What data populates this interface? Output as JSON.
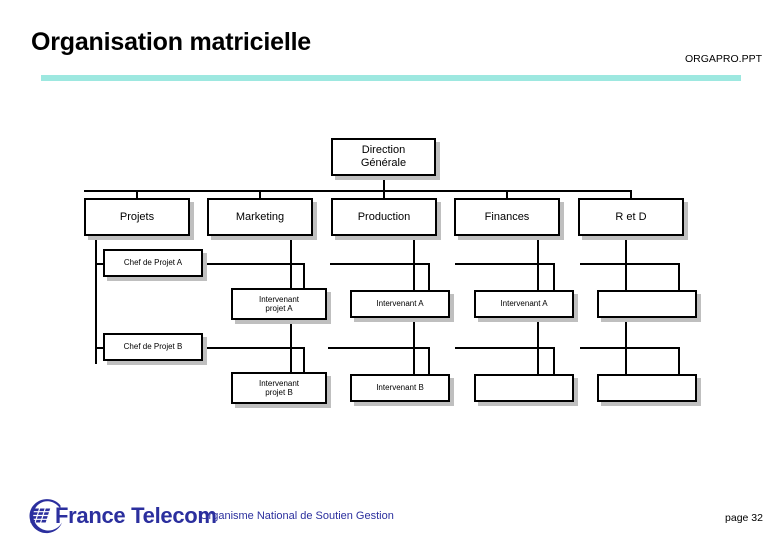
{
  "header": {
    "title": "Organisation matricielle",
    "file_tag": "ORGAPRO.PPT",
    "rule_color": "#9de8e0"
  },
  "chart_data": {
    "type": "diagram",
    "title": "Organisation matricielle",
    "description": "Matrix organisation chart: vertical functional departments crossed with horizontal project lines",
    "levels": [
      {
        "name": "direction",
        "nodes": [
          {
            "id": "dg",
            "label": "Direction\nGénérale",
            "line1": "Direction",
            "line2": "Générale"
          }
        ]
      },
      {
        "name": "departments",
        "nodes": [
          {
            "id": "projets",
            "label": "Projets"
          },
          {
            "id": "marketing",
            "label": "Marketing"
          },
          {
            "id": "production",
            "label": "Production"
          },
          {
            "id": "finances",
            "label": "Finances"
          },
          {
            "id": "retd",
            "label": "R et D"
          }
        ]
      },
      {
        "name": "project-a",
        "nodes": [
          {
            "id": "cdp-a",
            "label": "Chef de Projet A"
          },
          {
            "id": "int-proj-a",
            "line1": "Intervenant",
            "line2": "projet A"
          },
          {
            "id": "int-a-prod",
            "label": "Intervenant A"
          },
          {
            "id": "int-a-fin",
            "label": "Intervenant A"
          },
          {
            "id": "int-a-rd",
            "label": ""
          }
        ]
      },
      {
        "name": "project-b",
        "nodes": [
          {
            "id": "cdp-b",
            "label": "Chef de Projet B"
          },
          {
            "id": "int-proj-b",
            "line1": "Intervenant",
            "line2": "projet B"
          },
          {
            "id": "int-b-prod",
            "label": "Intervenant B"
          },
          {
            "id": "int-b-fin",
            "label": ""
          },
          {
            "id": "int-b-rd",
            "label": ""
          }
        ]
      }
    ],
    "colors": {
      "node_border": "#000000",
      "node_fill": "#ffffff",
      "node_shadow": "#bfbfbf",
      "connector": "#000000"
    }
  },
  "footer": {
    "brand": "France Telecom",
    "subtitle": "Organisme National de Soutien Gestion",
    "page": "page 32",
    "brand_color": "#2b2f9e",
    "logo_icon": "france-telecom-swoosh-icon"
  }
}
